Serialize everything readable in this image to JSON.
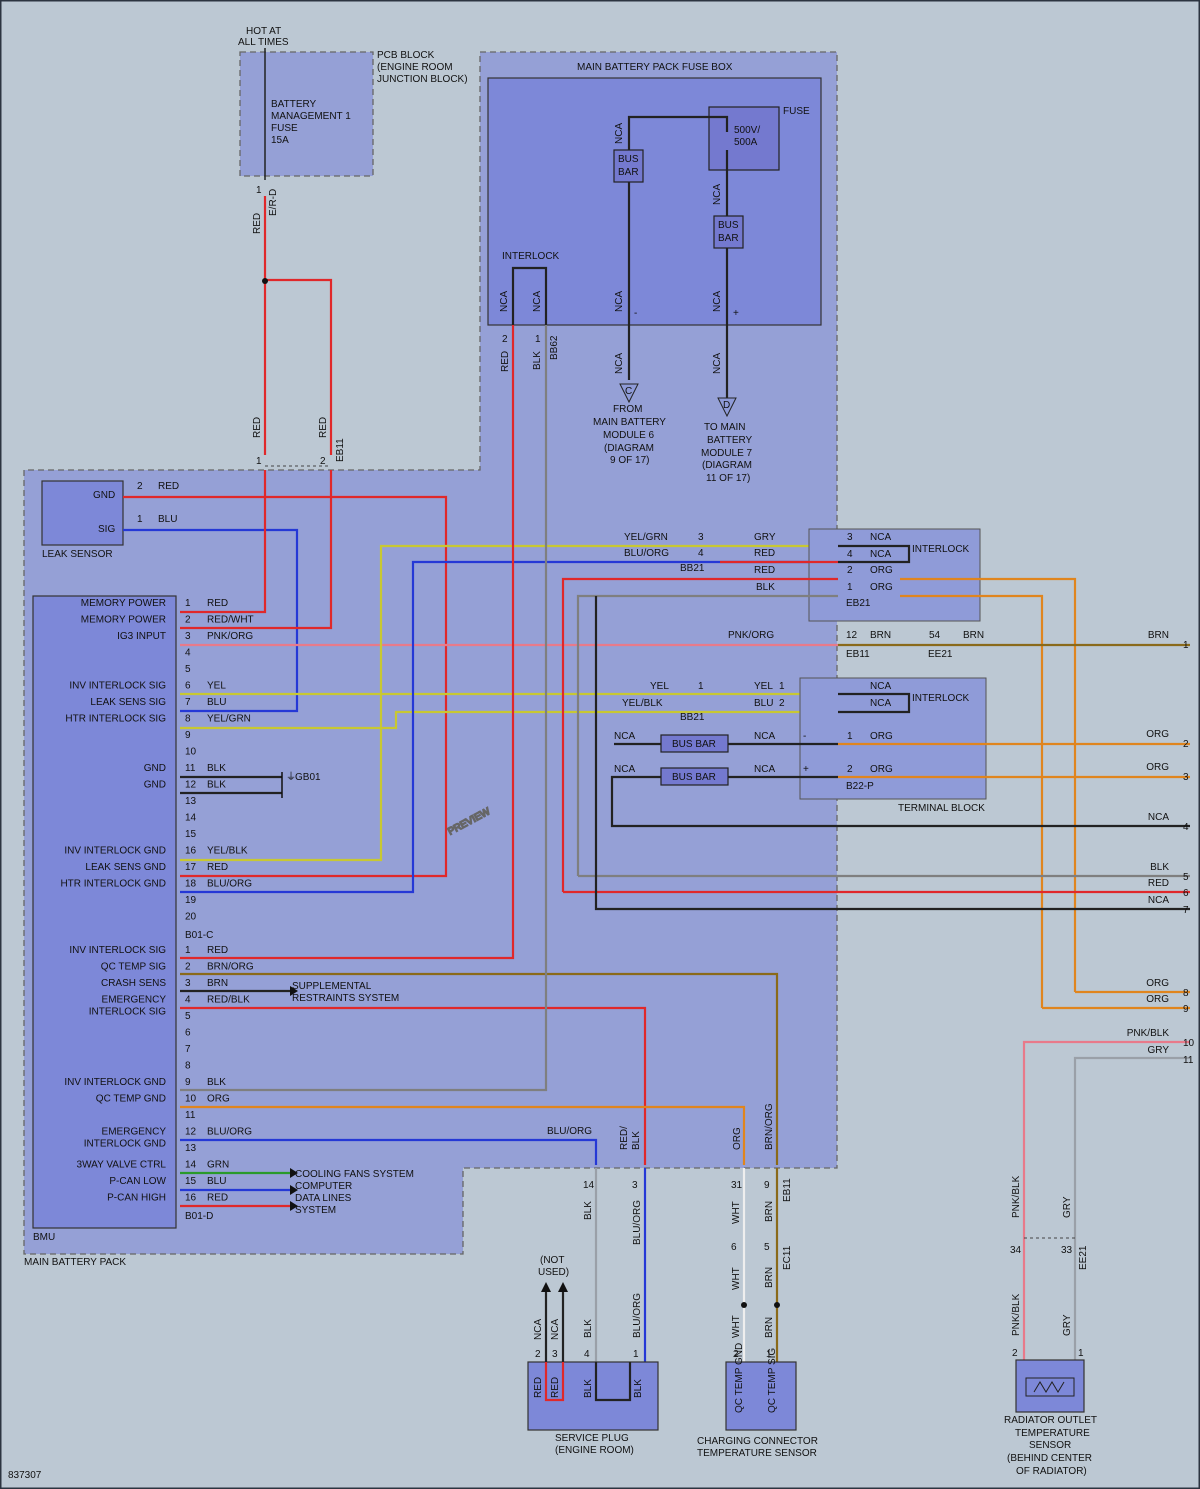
{
  "top": {
    "hot_at": "HOT AT",
    "all_times": "ALL TIMES",
    "pcb1": "PCB BLOCK",
    "pcb2": "(ENGINE ROOM",
    "pcb3": "JUNCTION BLOCK)",
    "fuse1": "BATTERY",
    "fuse2": "MANAGEMENT 1",
    "fuse3": "FUSE",
    "fuse4": "15A"
  },
  "fusebox": {
    "title": "MAIN BATTERY PACK FUSE BOX",
    "fuse_label": "FUSE",
    "fuse_rating1": "500V/",
    "fuse_rating2": "500A",
    "bus": "BUS",
    "bar": "BAR",
    "interlock": "INTERLOCK",
    "from1": "FROM",
    "from2": "MAIN BATTERY",
    "from3": "MODULE 6",
    "from4": "(DIAGRAM",
    "from5": "9 OF 17)",
    "to1": "TO MAIN",
    "to2": "BATTERY",
    "to3": "MODULE 7",
    "to4": "(DIAGRAM",
    "to5": "11 OF 17)",
    "pin_c": "C",
    "pin_d": "D",
    "minus": "-",
    "plus": "+"
  },
  "leak": {
    "gnd": "GND",
    "sig": "SIG",
    "label": "LEAK SENSOR"
  },
  "bmu": {
    "label": "BMU",
    "pack": "MAIN BATTERY PACK",
    "c_left": [
      "MEMORY POWER",
      "MEMORY POWER",
      "IG3 INPUT",
      "",
      "",
      "INV INTERLOCK SIG",
      "LEAK SENS SIG",
      "HTR INTERLOCK SIG",
      "",
      "",
      "GND",
      "GND",
      "",
      "",
      "",
      "INV INTERLOCK GND",
      "LEAK SENS GND",
      "HTR INTERLOCK GND",
      "",
      ""
    ],
    "c_wire": [
      "RED",
      "RED/WHT",
      "PNK/ORG",
      "",
      "",
      "YEL",
      "BLU",
      "YEL/GRN",
      "",
      "",
      "BLK",
      "BLK",
      "",
      "",
      "",
      "YEL/BLK",
      "RED",
      "BLU/ORG",
      "",
      ""
    ],
    "c_conn": "B01-C",
    "d_left": [
      "INV INTERLOCK SIG",
      "QC TEMP SIG",
      "CRASH SENS",
      "EMERGENCY",
      "",
      "",
      "",
      "",
      "INV INTERLOCK GND",
      "QC TEMP GND",
      "",
      "EMERGENCY",
      "",
      "3WAY VALVE CTRL",
      "P-CAN LOW",
      "P-CAN HIGH"
    ],
    "d_left2": [
      "",
      "",
      "",
      "INTERLOCK SIG",
      "",
      "",
      "",
      "",
      "",
      "",
      "",
      "INTERLOCK GND",
      "",
      "",
      "",
      ""
    ],
    "d_wire": [
      "RED",
      "BRN/ORG",
      "BRN",
      "RED/BLK",
      "",
      "",
      "",
      "",
      "BLK",
      "ORG",
      "",
      "BLU/ORG",
      "",
      "GRN",
      "BLU",
      "RED"
    ],
    "d_conn": "B01-D",
    "gb01": "GB01",
    "srs1": "SUPPLEMENTAL",
    "srs2": "RESTRAINTS SYSTEM",
    "fans": "COOLING FANS SYSTEM",
    "can1": "COMPUTER",
    "can2": "DATA LINES",
    "can3": "SYSTEM"
  },
  "wires": {
    "red": "RED",
    "blu": "BLU",
    "blk": "BLK",
    "brn": "BRN",
    "org": "ORG",
    "nca": "NCA",
    "gry": "GRY",
    "wht": "WHT",
    "yel": "YEL",
    "yelgrn": "YEL/GRN",
    "bluorg": "BLU/ORG",
    "yelblk": "YEL/BLK",
    "pnkorg": "PNK/ORG",
    "pnkblk": "PNK/BLK",
    "redblk1": "RED/",
    "redblk2": "BLK",
    "brnorg": "BRN/ORG",
    "erd": "E/R-D",
    "eb11": "EB11",
    "bb62": "BB62",
    "bb21": "BB21",
    "eb21": "EB21",
    "ee21": "EE21",
    "b22p": "B22-P",
    "ec11": "EC11",
    "interlock": "INTERLOCK",
    "busbar": "BUS BAR",
    "terminal": "TERMINAL BLOCK"
  },
  "right_pins": [
    "BRN",
    "ORG",
    "ORG",
    "NCA",
    "BLK",
    "RED",
    "NCA",
    "ORG",
    "ORG",
    "PNK/BLK",
    "GRY"
  ],
  "bottom": {
    "not1": "(NOT",
    "not2": "USED)",
    "sp1": "SERVICE PLUG",
    "sp2": "(ENGINE ROOM)",
    "cc1": "CHARGING CONNECTOR",
    "cc2": "TEMPERATURE SENSOR",
    "qcgnd": "QC TEMP GND",
    "qcsig": "QC TEMP SIG",
    "rad1": "RADIATOR OUTLET",
    "rad2": "TEMPERATURE",
    "rad3": "SENSOR",
    "rad4": "(BEHIND CENTER",
    "rad5": "OF RADIATOR)"
  },
  "ref": "837307",
  "watermark": "PREVIEW"
}
